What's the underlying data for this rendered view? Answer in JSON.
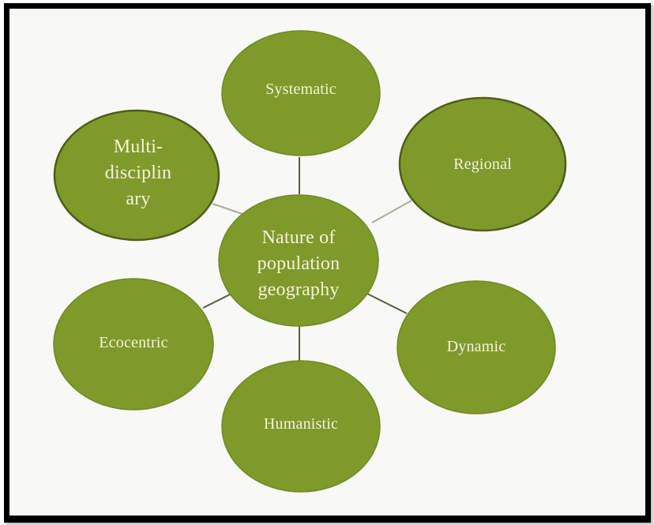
{
  "diagram": {
    "type": "radial-hub-and-spoke",
    "colors": {
      "node_fill": "#7f9a2a",
      "node_stroke": "#5e7020",
      "node_text": "#f4f2dc",
      "connector_light": "#a8ac98",
      "connector_dark": "#556040",
      "background": "#f8f8f7",
      "frame": "#000000"
    },
    "center": {
      "lines": [
        "Nature of",
        "population",
        "geography"
      ]
    },
    "nodes": [
      {
        "id": "systematic",
        "lines": [
          "Systematic"
        ],
        "position": "top"
      },
      {
        "id": "regional",
        "lines": [
          "Regional"
        ],
        "position": "upper-right"
      },
      {
        "id": "dynamic",
        "lines": [
          "Dynamic"
        ],
        "position": "lower-right"
      },
      {
        "id": "humanistic",
        "lines": [
          "Humanistic"
        ],
        "position": "bottom"
      },
      {
        "id": "ecocentric",
        "lines": [
          "Ecocentric"
        ],
        "position": "lower-left"
      },
      {
        "id": "multidisciplinary",
        "lines": [
          "Multi-",
          "disciplin",
          "ary"
        ],
        "position": "upper-left"
      }
    ]
  }
}
